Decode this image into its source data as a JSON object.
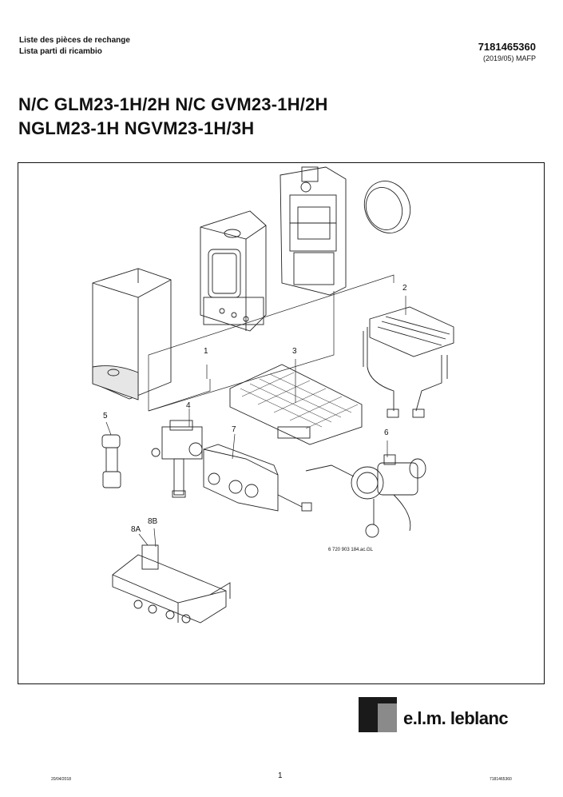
{
  "header": {
    "line1": "Liste des pièces de rechange",
    "line2": "Lista parti di ricambio",
    "doc_number": "7181465360",
    "revision": "(2019/05) MAFP"
  },
  "title": {
    "line1": "N/C GLM23-1H/2H N/C GVM23-1H/2H",
    "line2": "NGLM23-1H NGVM23-1H/3H"
  },
  "diagram": {
    "callouts": [
      "1",
      "2",
      "3",
      "4",
      "5",
      "6",
      "7",
      "8A",
      "8B"
    ],
    "reference": "6 720 903 184.ac.GL"
  },
  "brand": {
    "name": "e.l.m. leblanc"
  },
  "footer": {
    "date": "20/04/2018",
    "page": "1",
    "doc_number": "7181465360"
  }
}
